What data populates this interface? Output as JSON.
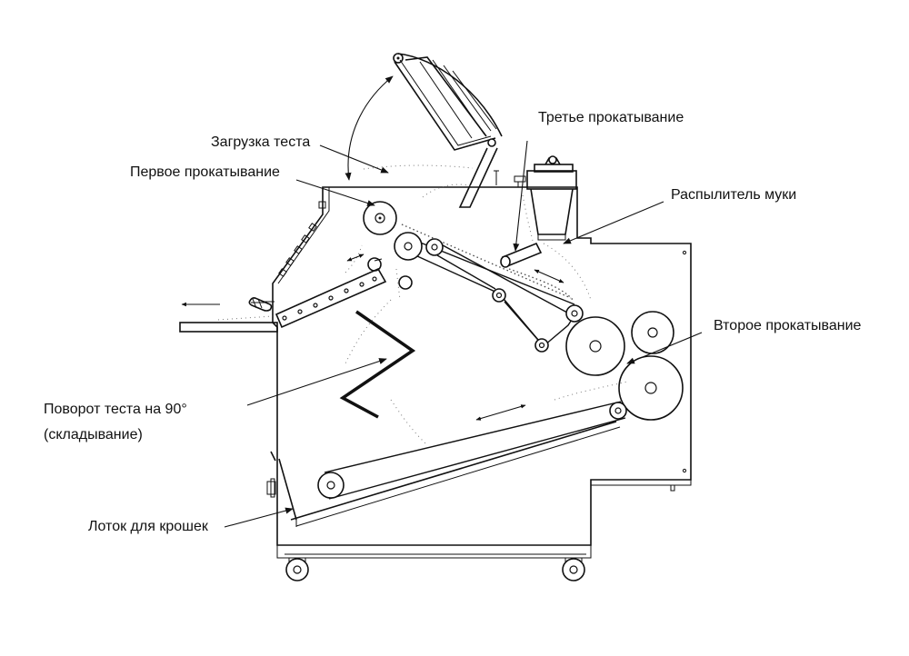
{
  "labels": {
    "dough_loading": "Загрузка теста",
    "first_rolling": "Первое прокатывание",
    "third_rolling": "Третье прокатывание",
    "flour_sprinkler": "Распылитель муки",
    "second_rolling": "Второе прокатывание",
    "dough_turn_line1": "Поворот теста на 90°",
    "dough_turn_line2": "(складывание)",
    "crumb_tray": "Лоток для крошек"
  },
  "colors": {
    "stroke": "#111111",
    "background": "#ffffff",
    "flour_dust": "#777777"
  }
}
